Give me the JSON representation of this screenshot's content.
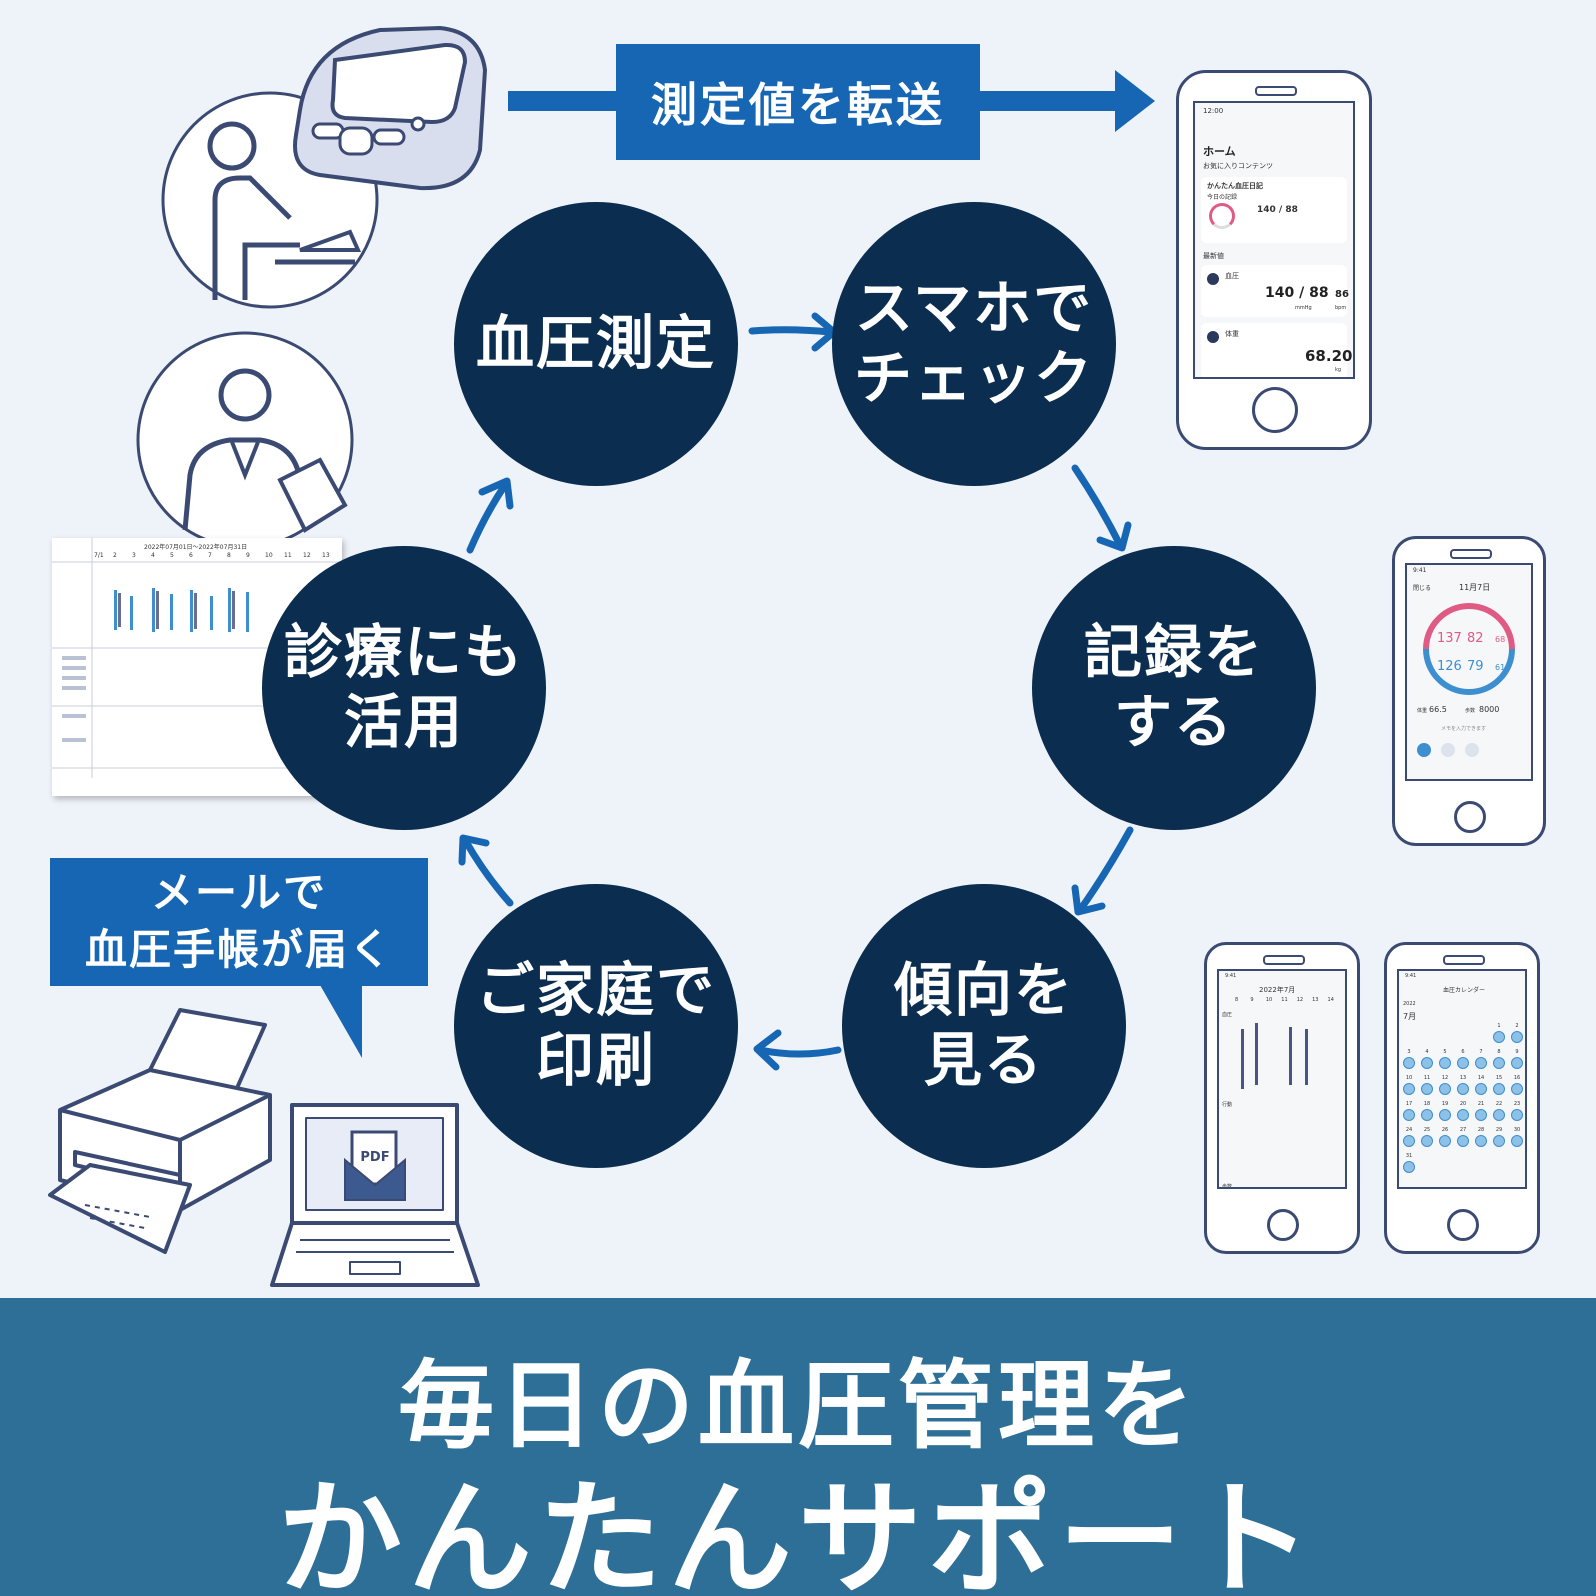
{
  "transfer_label": "測定値を転送",
  "steps": [
    "血圧測定",
    "スマホで\nチェック",
    "記録を\nする",
    "傾向を\n見る",
    "ご家庭で\n印刷",
    "診療にも\n活用"
  ],
  "mail_callout": "メールで\n血圧手帳が届く",
  "pdf_label": "PDF",
  "footer": {
    "line1": "毎日の血圧管理を",
    "line2": "かんたんサポート"
  },
  "phone_home": {
    "time": "12:00",
    "title": "ホーム",
    "favorites": "お気に入りコンテンツ",
    "card_title": "かんたん血圧日記",
    "card_sub": "今日の記録",
    "card_values": "140 / 88",
    "latest": "最新値",
    "bp_label": "血圧",
    "bp_value": "140 / 88",
    "bp_pulse": "86",
    "bp_unit": "mmHg",
    "pulse_unit": "bpm",
    "weight_label": "体重",
    "weight_value": "68.20",
    "weight_unit": "kg"
  },
  "phone_day": {
    "time": "9:41",
    "back": "閉じる",
    "date": "11月7日",
    "am_sys": "137",
    "am_dia": "82",
    "am_pulse": "68",
    "pm_sys": "126",
    "pm_dia": "79",
    "pm_pulse": "61",
    "weight_label": "体重",
    "weight": "66.5",
    "steps_label": "歩数",
    "steps": "8000",
    "memo": "メモを入力できます"
  },
  "phone_graph": {
    "time": "9:41",
    "title": "2022年7月",
    "days": [
      "8",
      "9",
      "10",
      "11",
      "12",
      "13",
      "14"
    ],
    "bp": "血圧",
    "activity": "行動",
    "steps": "歩数"
  },
  "phone_calendar": {
    "time": "9:41",
    "title": "血圧カレンダー",
    "year": "2022",
    "month": "7月",
    "rows": [
      [
        "",
        "",
        "",
        "",
        "",
        "1",
        "2"
      ],
      [
        "3",
        "4",
        "5",
        "6",
        "7",
        "8",
        "9"
      ],
      [
        "10",
        "11",
        "12",
        "13",
        "14",
        "15",
        "16"
      ],
      [
        "17",
        "18",
        "19",
        "20",
        "21",
        "22",
        "23"
      ],
      [
        "24",
        "25",
        "26",
        "27",
        "28",
        "29",
        "30"
      ],
      [
        "31",
        "",
        "",
        "",
        "",
        "",
        ""
      ]
    ]
  },
  "report": {
    "header": "2022年07月01日〜2022年07月31日",
    "days": [
      "7/1",
      "2",
      "3",
      "4",
      "5",
      "6",
      "7",
      "8",
      "9",
      "10",
      "11",
      "12",
      "13"
    ]
  },
  "colors": {
    "circle": "#0b2d50",
    "arrow": "#1766b3",
    "box": "#1766b3",
    "footer": "#2d6f97",
    "background": "#eef3fa",
    "line_art": "#3b4a72",
    "pink": "#e05b84",
    "blue": "#3d8fd0"
  }
}
